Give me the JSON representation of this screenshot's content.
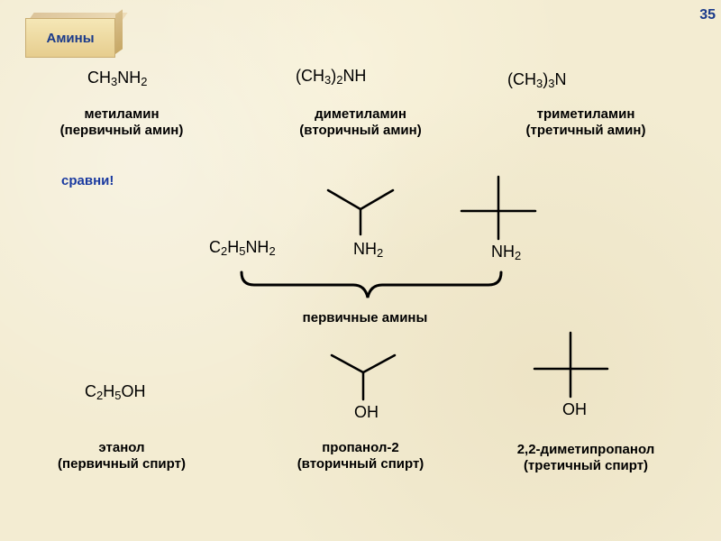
{
  "header": {
    "badge_label": "Амины",
    "slide_number": "35"
  },
  "amines": [
    {
      "name": "метиламин",
      "class": "(первичный амин)"
    },
    {
      "name": "диметиламин",
      "class": "(вторичный амин)"
    },
    {
      "name": "триметиламин",
      "class": "(третичный амин)"
    }
  ],
  "formulas": {
    "methylamine": {
      "p1": "CH",
      "s1": "3",
      "p2": "NH",
      "s2": "2"
    },
    "dimethylamine": {
      "p1": "(CH",
      "s1": "3",
      "p2": ")",
      "s2": "2",
      "p3": "NH"
    },
    "trimethylamine": {
      "p1": "(CH",
      "s1": "3",
      "p2": ")",
      "s2": "3",
      "p3": "N"
    },
    "ethylamine": {
      "p1": "C",
      "s1": "2",
      "p2": "H",
      "s2": "5",
      "p3": "NH",
      "s3": "2"
    },
    "ethanol": {
      "p1": "C",
      "s1": "2",
      "p2": "H",
      "s2": "5",
      "p3": "OH"
    }
  },
  "compare_label": "сравни!",
  "nh2_labels": [
    {
      "p": "NH",
      "s": "2"
    },
    {
      "p": "NH",
      "s": "2"
    }
  ],
  "oh_labels": [
    "OH",
    "OH"
  ],
  "brace_label": "первичные амины",
  "alcohols": [
    {
      "name": "этанол",
      "class": "(первичный спирт)"
    },
    {
      "name": "пропанол-2",
      "class": "(вторичный спирт)"
    },
    {
      "name": "2,2-диметипропанол",
      "class": "(третичный спирт)"
    }
  ]
}
